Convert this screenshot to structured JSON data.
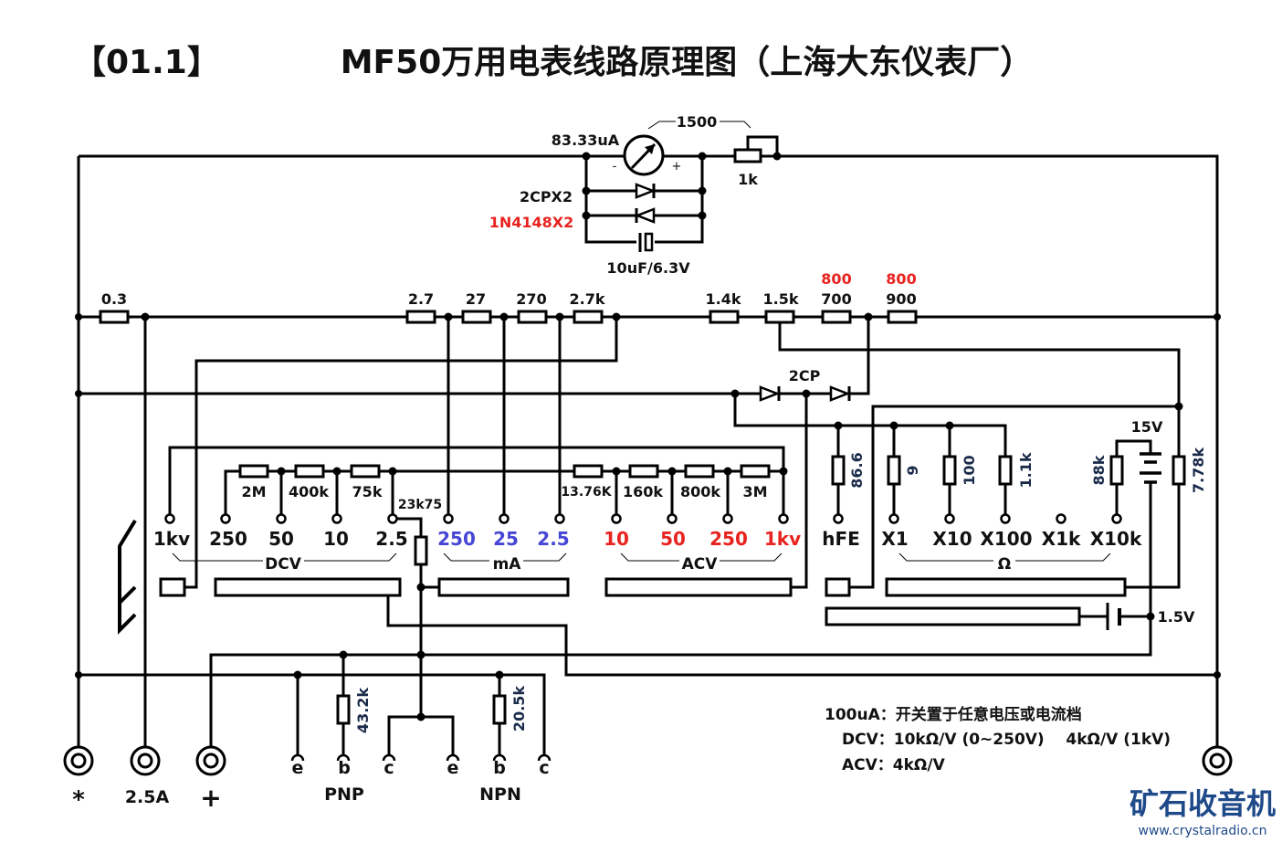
{
  "header": {
    "section": "【01.1】",
    "title": "MF50万用电表线路原理图（上海大东仪表厂）"
  },
  "meter": {
    "current": "83.33uA",
    "series_total": "1500",
    "pot": "1k",
    "minus": "-",
    "plus": "+",
    "diodes": "2CPX2",
    "diodes_alt": "1N4148X2",
    "capacitor": "10uF/6.3V"
  },
  "shunt": [
    "0.3",
    "2.7",
    "27",
    "270",
    "2.7k"
  ],
  "top_resistors": {
    "r1": "1.4k",
    "r2": "1.5k",
    "r3": "700",
    "r3_alt": "800",
    "r4": "900",
    "r4_alt": "800"
  },
  "rectifier": "2CP",
  "dcv": {
    "resistors": [
      "2M",
      "400k",
      "75k"
    ],
    "series": "23k75",
    "ranges": [
      "1kv",
      "250",
      "50",
      "10",
      "2.5"
    ],
    "label": "DCV"
  },
  "ma": {
    "ranges": [
      "250",
      "25",
      "2.5"
    ],
    "label": "mA"
  },
  "acv": {
    "resistors": [
      "13.76K",
      "160k",
      "800k",
      "3M"
    ],
    "ranges": [
      "10",
      "50",
      "250",
      "1kv"
    ],
    "label": "ACV"
  },
  "ohm": {
    "resistors": {
      "hfe": "86.6",
      "x1": "9",
      "x10": "100",
      "x100": "1.1k",
      "x10k": "88k",
      "adj": "7.78k"
    },
    "ranges": [
      "hFE",
      "X1",
      "X10",
      "X100",
      "X1k",
      "X10k"
    ],
    "label": "Ω",
    "battery_hv": "15V",
    "battery_lv": "1.5V"
  },
  "jacks": [
    "*",
    "2.5A",
    "+"
  ],
  "transistor": {
    "pnp": {
      "pins": [
        "e",
        "b",
        "c"
      ],
      "label": "PNP",
      "base_resistor": "43.2k"
    },
    "npn": {
      "pins": [
        "e",
        "b",
        "c"
      ],
      "label": "NPN",
      "base_resistor": "20.5k"
    }
  },
  "notes": {
    "line1": "100uA：开关置于任意电压或电流档",
    "line2": "DCV：10kΩ/V (0~250V)    4kΩ/V (1kV)",
    "line3": "ACV：4kΩ/V"
  },
  "logo": {
    "text": "矿石收音机",
    "url": "www.crystalradio.cn"
  },
  "colors": {
    "wire": "#000000",
    "text": "#111111",
    "acv_red": "#e8231f",
    "ma_blue": "#4545d6",
    "logo_blue": "#1f4a8a"
  }
}
